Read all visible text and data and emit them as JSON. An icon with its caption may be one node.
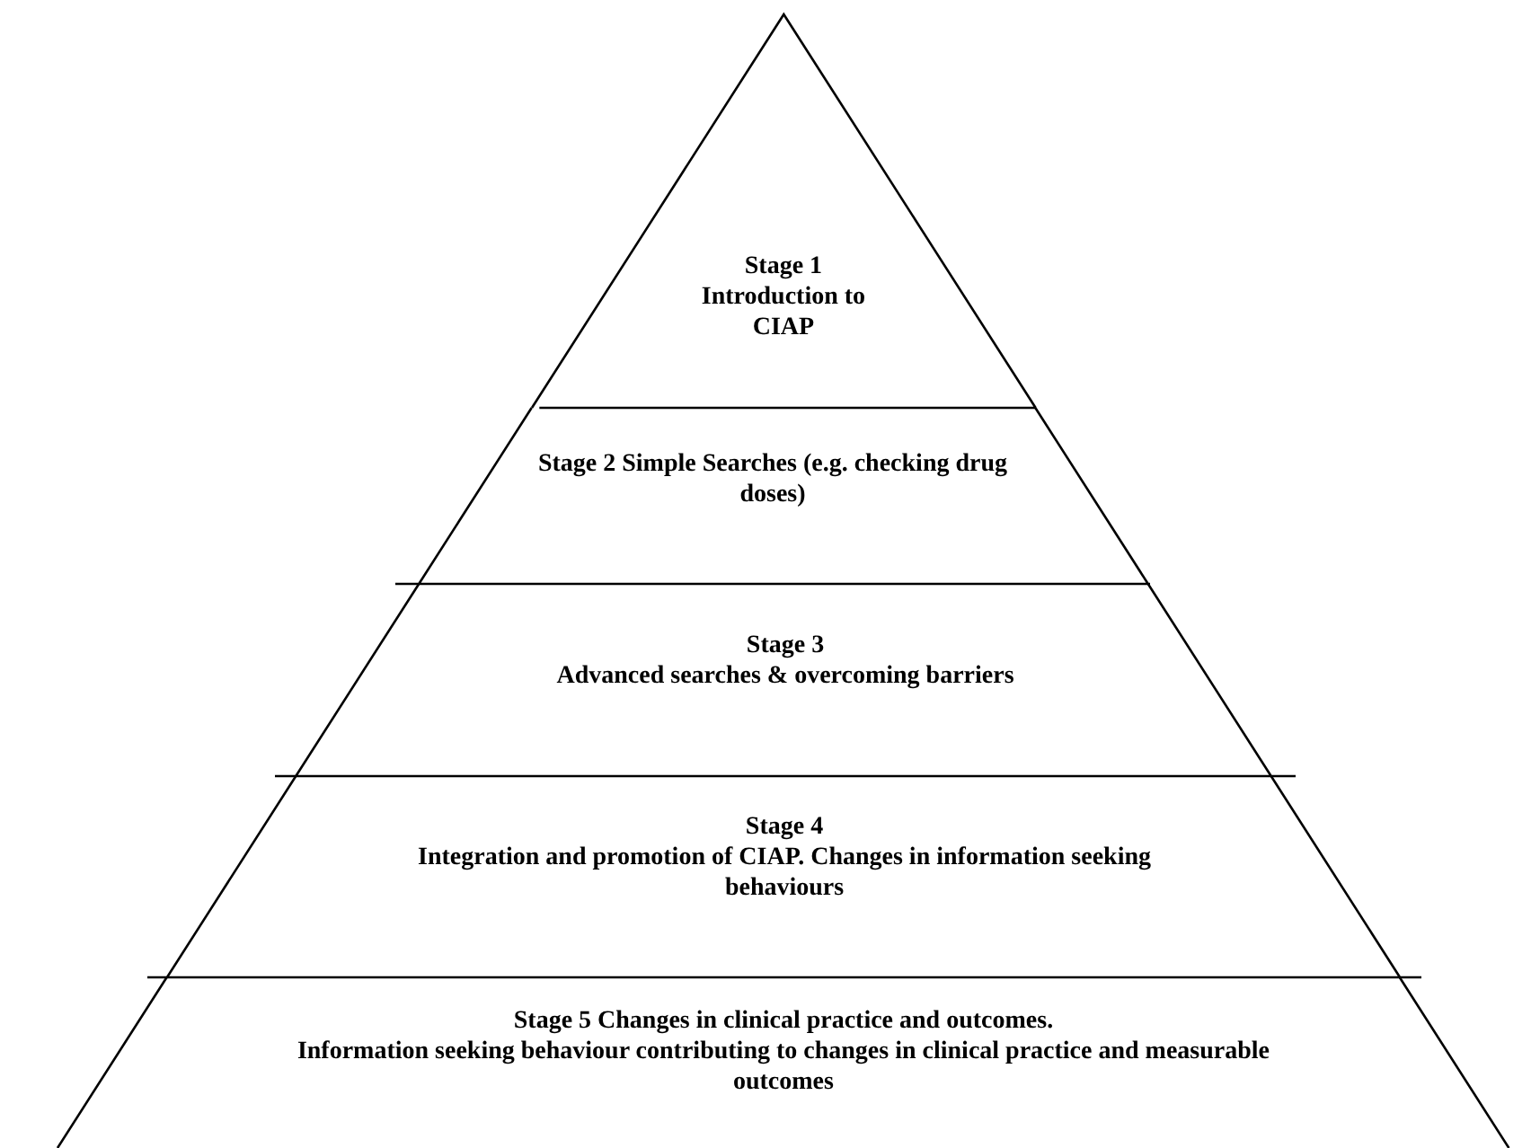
{
  "diagram": {
    "nodes": [
      {
        "text": [
          "Stage 1",
          "Introduction to CIAP"
        ]
      },
      {
        "text": [
          "Stage 2 Simple Searches (e.g. checking drug doses)"
        ]
      },
      {
        "text": [
          "Stage 3",
          "Advanced searches & overcoming barriers"
        ]
      },
      {
        "text": [
          "Stage 4",
          "Integration and promotion of CIAP. Changes in information seeking behaviours"
        ]
      },
      {
        "text": [
          "Stage 5 Changes in clinical practice and outcomes.",
          "Information seeking behaviour contributing to changes in clinical practice and measurable outcomes"
        ]
      }
    ]
  }
}
